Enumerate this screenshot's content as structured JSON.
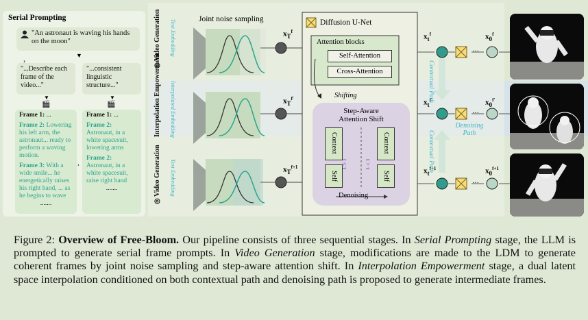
{
  "serial_prompting": {
    "title": "Serial Prompting",
    "prompt": "\"An astronaut is waving his hands on the moon\"",
    "instr_left": "\"...Describe each frame of the video...\"",
    "instr_right": "\"...consistent linguistic structure...\"",
    "left_f1_label": "Frame 1:",
    "left_f1_text": "...",
    "left_f2_label": "Frame 2:",
    "left_f2_text": "Lowering his left arm, the astronaut... ready to perform a waving motion.",
    "left_f3_label": "Frame 3:",
    "left_f3_text": "With a wide smile... he energetically raises his right hand, ... as he begins to wave",
    "left_more": ".......",
    "right_f1_label": "Frame 1:",
    "right_f1_text": "...",
    "right_f2_label": "Frame 2:",
    "right_f2_text": "Astronaut, in a white spacesuit, lowering arms",
    "right_f2b_label": "Frame 2:",
    "right_f2b_text": "Astronaut, in a white spacesuit, raise right hand",
    "right_more": "......."
  },
  "stages": {
    "video_generation_top": "Video Generation",
    "interpolation": "Interpolation Empowerment",
    "video_generation_bottom": "Video Generation"
  },
  "embeddings": {
    "top": "Text Embedding",
    "middle": "Interpolated Embedding",
    "bottom": "Text Embedding"
  },
  "joint_noise_sampling": "Joint noise sampling",
  "unet": {
    "title": "Diffusion U-Net",
    "attention_blocks": "Attention blocks",
    "self_attention": "Self-Attention",
    "cross_attention": "Cross-Attention",
    "shifting": "Shifting",
    "sa_shift_title_1": "Step-Aware",
    "sa_shift_title_2": "Attention Shift",
    "context": "Context",
    "self": "Self",
    "cond_left": "t ≤ τ",
    "cond_right": "t > τ",
    "denoising": "Denoising"
  },
  "paths": {
    "contextual": "Contextual Path",
    "denoising": "Denoising Path"
  },
  "latents": {
    "xT_f": "x_T^f",
    "xT_fp": "x_T^{f'}",
    "xT_f1": "x_T^{f+1}",
    "xt_f": "x_t^f",
    "xt_fp": "x_t^{f'}",
    "xt_f1": "x_t^{f+1}",
    "x0_f": "x_0^f",
    "x0_fp": "x_0^{f'}",
    "x0_f1": "x_0^{f+1}",
    "dots": "···"
  },
  "caption": {
    "label": "Figure 2:",
    "bold": "Overview of Free-Bloom.",
    "s1": "Our pipeline consists of three sequential stages. In",
    "i1": "Serial Prompting",
    "s2": "stage, the LLM is prompted to generate serial frame prompts. In",
    "i2": "Video Generation",
    "s3": "stage, modifications are made to the LDM to generate coherent frames by joint noise sampling and step-aware attention shift. In",
    "i3": "Interpolation Empowerment",
    "s4": "stage, a dual latent space interpolation conditioned on both contextual path and denoising path is proposed to generate intermediate frames."
  },
  "colors": {
    "teal": "#2aa58e",
    "cyan": "#3fb6c8",
    "green_node": "#2f9c8c",
    "unet_bg": "#eef0e4",
    "purple": "#d7cde3"
  }
}
